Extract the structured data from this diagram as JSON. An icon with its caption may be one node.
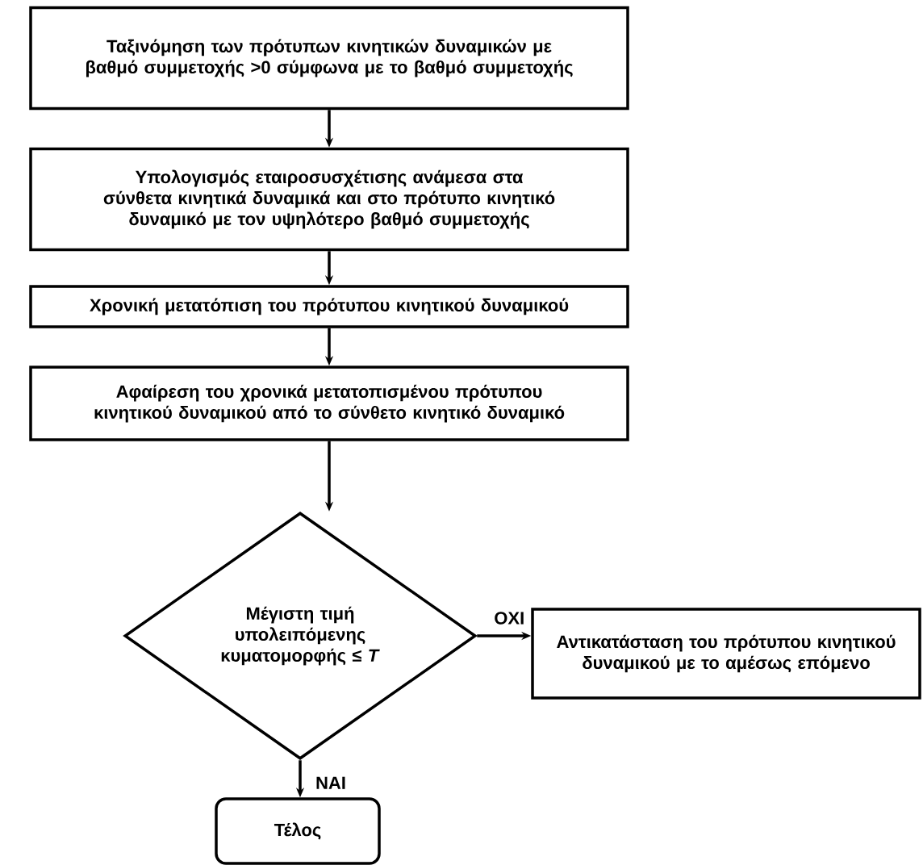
{
  "diagram": {
    "nodes": [
      {
        "text": [
          "Ταξινόμηση των πρότυπων κινητικών δυναμικών με βαθμό συμμετοχής >0 σύμφωνα με το βαθμό συμμετοχής"
        ]
      },
      {
        "text": [
          "Υπολογισμός εταιροσυσχέτισης ανάμεσα στα σύνθετα κινητικά δυναμικά και στο πρότυπο κινητικό δυναμικό με τον υψηλότερο βαθμό συμμετοχής"
        ]
      },
      {
        "text": [
          "Χρονική μετατόπιση του πρότυπου κινητικού δυναμικού"
        ]
      },
      {
        "text": [
          "Αφαίρεση του χρονικά μετατοπισμένου πρότυπου κινητικού δυναμικού από το σύνθετο κινητικό δυναμικό"
        ]
      },
      {
        "text": [
          "Μέγιστη τιμή υπολειπόμενης κυματομορφής ≤ *T*"
        ]
      },
      {
        "text": [
          "Αντικατάσταση του πρότυπου κινητικού δυναμικού με το αμέσως επόμενο"
        ]
      },
      {
        "text": [
          "Τέλος"
        ]
      }
    ],
    "edges": [
      {
        "from": 0,
        "to": 1,
        "arrow": "to"
      },
      {
        "from": 1,
        "to": 2,
        "arrow": "to"
      },
      {
        "from": 2,
        "to": 3,
        "arrow": "to"
      },
      {
        "from": 3,
        "to": 4,
        "arrow": "to"
      },
      {
        "from": 4,
        "to": 5,
        "arrow": "to",
        "label": "ΟΧΙ"
      },
      {
        "from": 4,
        "to": 6,
        "arrow": "to",
        "label": "ΝΑΙ"
      }
    ]
  }
}
